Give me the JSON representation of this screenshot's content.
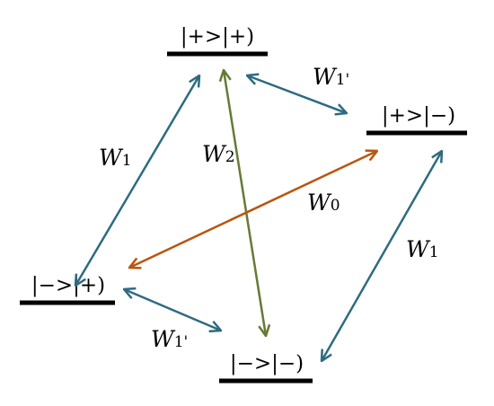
{
  "colors": {
    "level_bar": "#000000",
    "blue_arrow": "#2e6b80",
    "green_arrow": "#667a36",
    "orange_arrow": "#b8560f"
  },
  "levels": {
    "pp": "|+>|+)",
    "pm": "|+>|−)",
    "mp": "|−>|+)",
    "mm": "|−>|−)"
  },
  "transitions": {
    "w1_left": {
      "sym": "W",
      "sub": "1",
      "prime": ""
    },
    "w1_right": {
      "sym": "W",
      "sub": "1",
      "prime": ""
    },
    "w1p_top": {
      "sym": "W",
      "sub": "1",
      "prime": "'"
    },
    "w1p_bottom": {
      "sym": "W",
      "sub": "1",
      "prime": "'"
    },
    "w2": {
      "sym": "W",
      "sub": "2",
      "prime": ""
    },
    "w0": {
      "sym": "W",
      "sub": "0",
      "prime": ""
    }
  }
}
